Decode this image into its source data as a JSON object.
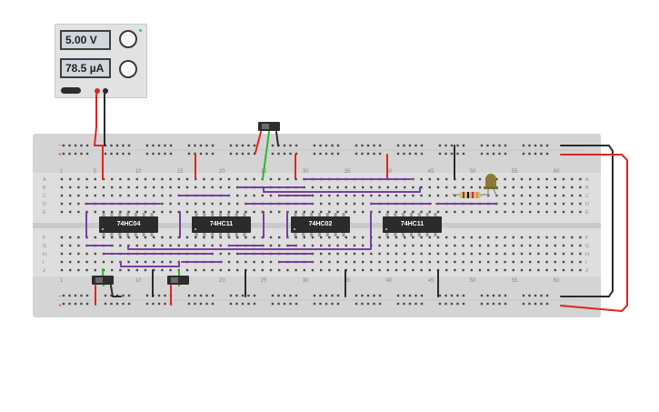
{
  "power_supply": {
    "voltage_reading": "5.00 V",
    "current_reading": "78.5 µA",
    "voltage_knob_icon": "knob-icon",
    "current_knob_icon": "knob-icon",
    "power_switch_icon": "toggle-icon",
    "positive_terminal_color": "#d62a2a",
    "negative_terminal_color": "#2b2b2b"
  },
  "breadboard": {
    "column_numbers": [
      "1",
      "5",
      "10",
      "15",
      "20",
      "25",
      "30",
      "35",
      "40",
      "45",
      "50",
      "55",
      "60"
    ],
    "row_letters_top": [
      "A",
      "B",
      "C",
      "D",
      "E"
    ],
    "row_letters_bottom": [
      "F",
      "G",
      "H",
      "I",
      "J"
    ],
    "rail_labels": {
      "minus": "−",
      "plus": "+"
    },
    "rail_red_color": "#e03030",
    "rail_blue_color": "#4a7bd0"
  },
  "chips": [
    {
      "label": "74HC04"
    },
    {
      "label": "74HC11"
    },
    {
      "label": "74HC02"
    },
    {
      "label": "74HC11"
    }
  ],
  "switches": [
    {
      "name": "top"
    },
    {
      "name": "bottom-left"
    },
    {
      "name": "bottom-middle"
    }
  ],
  "components": {
    "resistor_bands": [
      "#8b4513",
      "#111111",
      "#d62a2a",
      "#c9a227"
    ],
    "led_color": "#8b7a3a"
  },
  "wire_colors": {
    "red": "#e02525",
    "black": "#2b2b2b",
    "green": "#2fb52f",
    "purple": "#7a3fa0"
  }
}
